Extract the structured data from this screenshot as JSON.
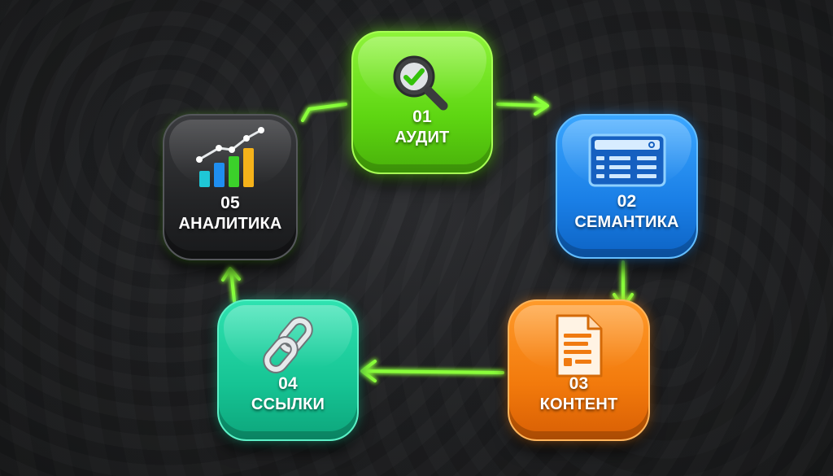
{
  "steps": [
    {
      "number": "01",
      "label": "АУДИТ",
      "icon": "magnifier-check-icon",
      "color": "#5ed612"
    },
    {
      "number": "02",
      "label": "СЕМАНТИКА",
      "icon": "browser-list-icon",
      "color": "#1a7fe6"
    },
    {
      "number": "03",
      "label": "КОНТЕНТ",
      "icon": "document-icon",
      "color": "#f27a0c"
    },
    {
      "number": "04",
      "label": "ССЫЛКИ",
      "icon": "chain-link-icon",
      "color": "#16c494"
    },
    {
      "number": "05",
      "label": "АНАЛИТИКА",
      "icon": "bar-chart-trend-icon",
      "color": "#232426"
    }
  ],
  "flow": {
    "direction": "clockwise",
    "connector_color": "#7dff2a"
  }
}
